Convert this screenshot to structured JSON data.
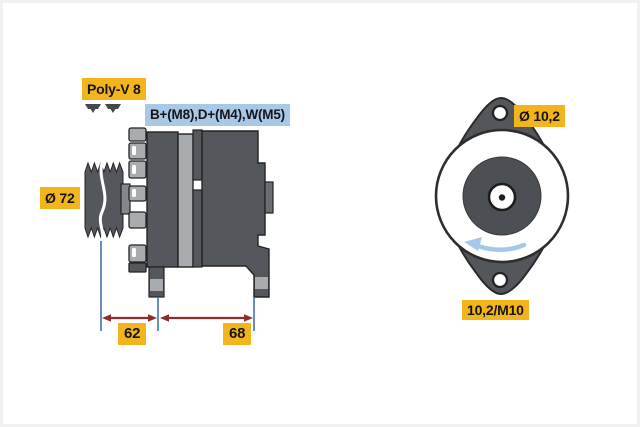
{
  "diagram": {
    "subject": "alternator-technical-drawing",
    "labels": {
      "belt_type": "Poly-V 8",
      "terminals": "B+(M8),D+(M4),W(M5)",
      "pulley_diameter": "Ø 72",
      "flange_hole_diameter": "Ø 10,2",
      "mounting_hole": "10,2/M10",
      "dim_pulley_to_front_foot": "62",
      "dim_front_foot_to_rear_foot": "68"
    },
    "icons": {
      "belt_profile_icon": "poly-v-belt-cross-section (x2, dark trapezoid with V teeth)",
      "rotation_arrow_icon": "curved-arrow-counterclockwise"
    },
    "colors": {
      "label_yellow": "#F2B51D",
      "label_blue": "#A9C8E7",
      "body_dark_gray": "#54575B",
      "body_light_gray": "#A9ACAF",
      "outline": "#232323",
      "dimension_line_blue": "#3F74AC",
      "dimension_arrow_red": "#8E2D2D",
      "rotation_arrow_blue": "#A5C8E8",
      "background": "#FFFFFF"
    }
  }
}
